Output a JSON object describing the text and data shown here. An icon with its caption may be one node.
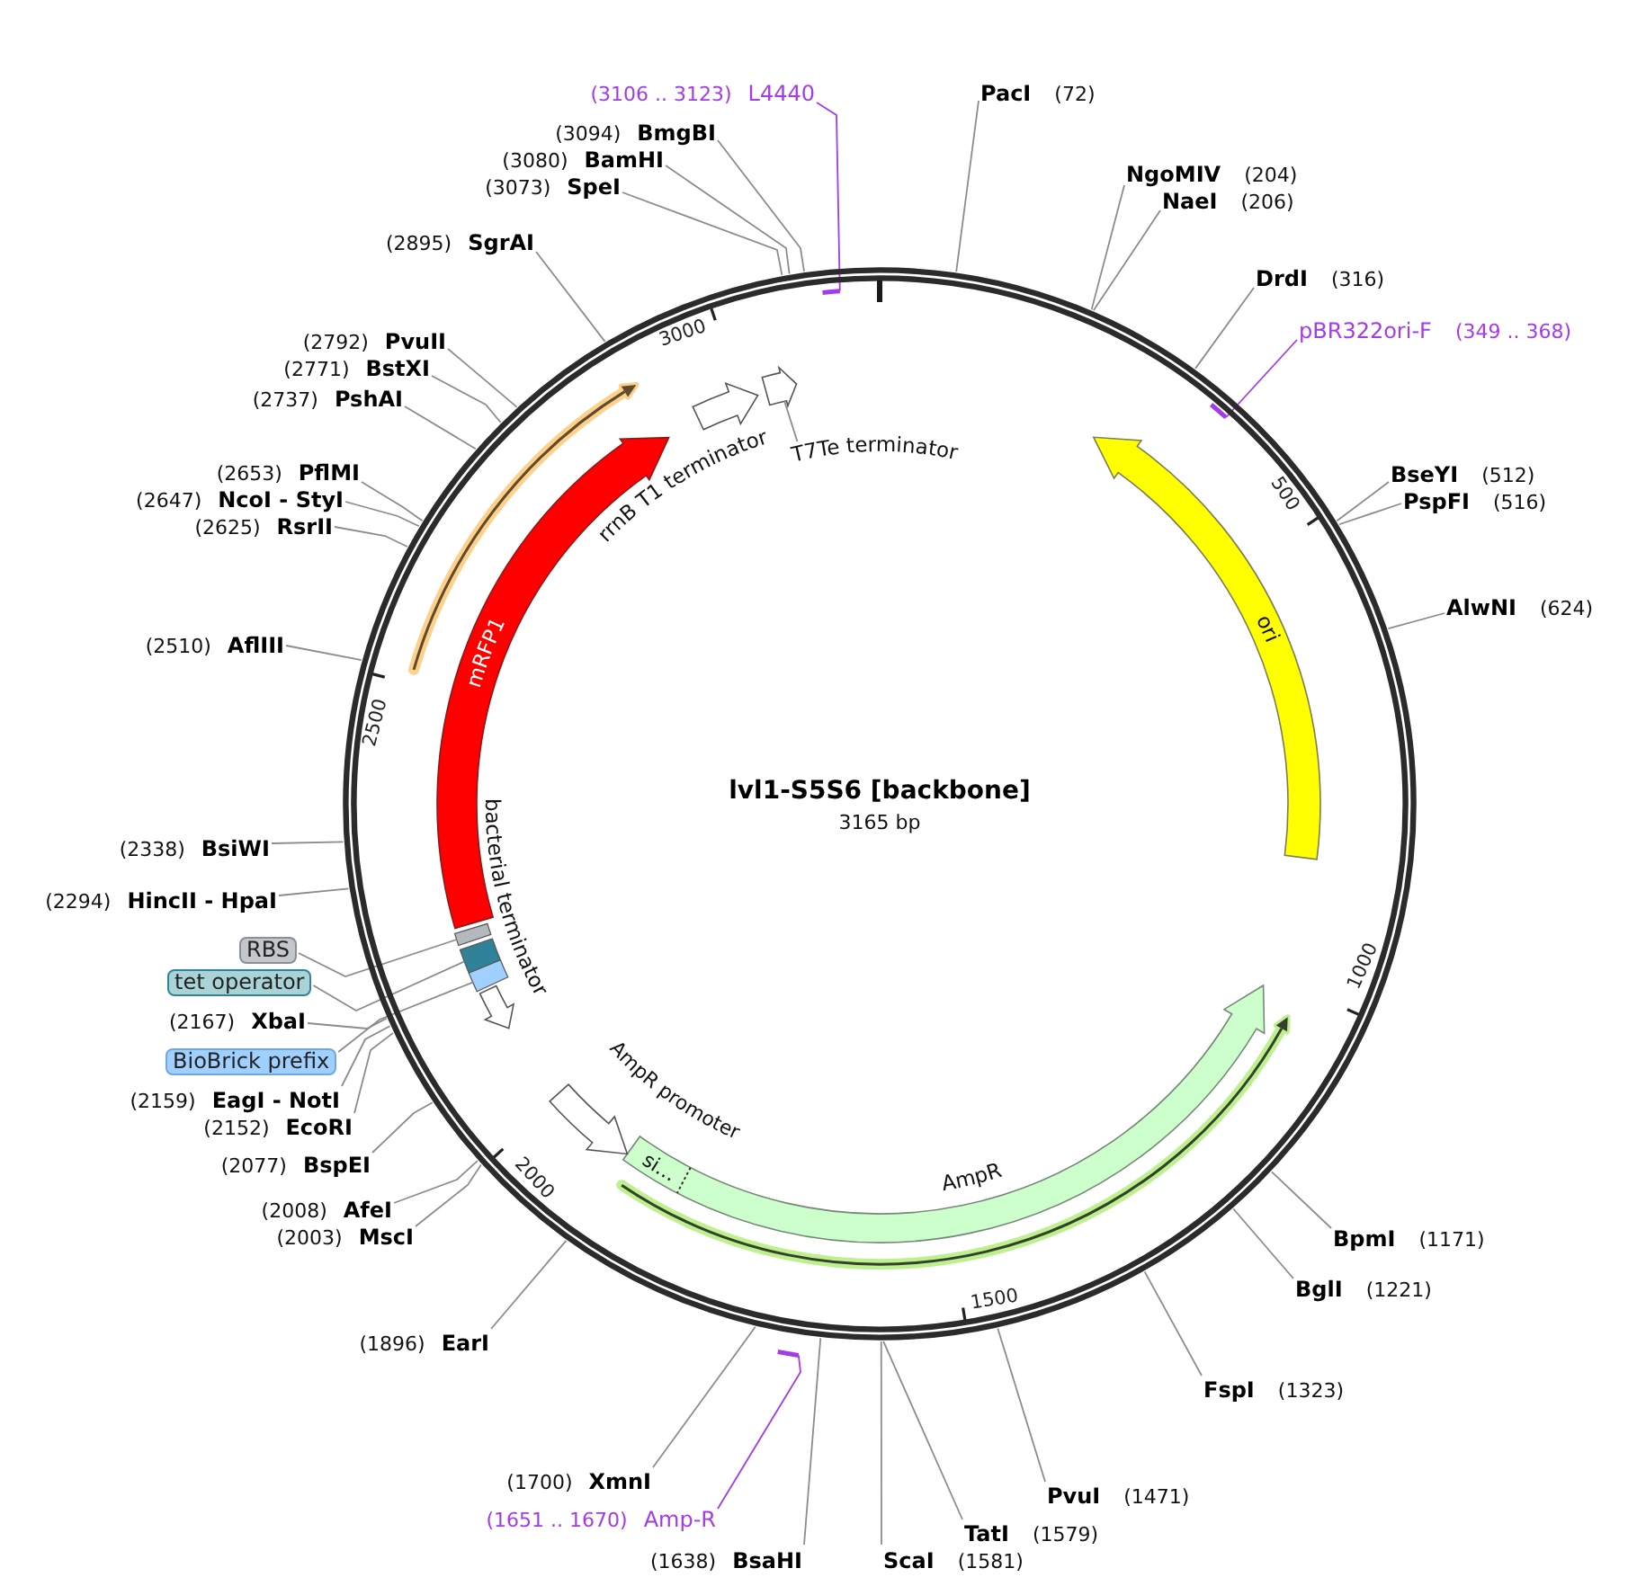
{
  "diagram": {
    "title": "lvl1-S5S6 [backbone]",
    "nodes": [
      {
        "text": [
          "PacI",
          "(72)"
        ]
      },
      {
        "text": [
          "NgoMIV",
          "(204)"
        ]
      },
      {
        "text": [
          "NaeI",
          "(206)"
        ]
      },
      {
        "text": [
          "DrdI",
          "(316)"
        ]
      },
      {
        "text": [
          "pBR322ori-F",
          "(349 .. 368)"
        ]
      },
      {
        "text": [],
        "shape": "bar"
      },
      {
        "text": [
          "BseYI",
          "(512)"
        ]
      },
      {
        "text": [
          "PspFI",
          "(516)"
        ]
      },
      {
        "text": [
          "AlwNI",
          "(624)"
        ]
      },
      {
        "text": [
          "BpmI",
          "(1171)"
        ]
      },
      {
        "text": [
          "BglI",
          "(1221)"
        ]
      },
      {
        "text": [
          "FspI",
          "(1323)"
        ]
      },
      {
        "text": [
          "PvuI",
          "(1471)"
        ]
      },
      {
        "text": [
          "TatI",
          "(1579)"
        ]
      },
      {
        "text": [
          "ScaI",
          "(1581)"
        ]
      },
      {
        "text": [
          "(1638)",
          "BsaHI"
        ]
      },
      {
        "text": [
          "(1651 .. 1670)",
          "Amp-R"
        ]
      },
      {
        "text": [],
        "shape": "bar"
      },
      {
        "text": [
          "(1700)",
          "XmnI"
        ]
      },
      {
        "text": [
          "(1896)",
          "EarI"
        ]
      },
      {
        "text": [
          "(2003)",
          "MscI"
        ]
      },
      {
        "text": [
          "(2008)",
          "AfeI"
        ]
      },
      {
        "text": [
          "(2077)",
          "BspEI"
        ]
      },
      {
        "text": [
          "(2152)",
          "EcoRI"
        ]
      },
      {
        "text": [
          "(2159)",
          "EagI - NotI"
        ]
      },
      {
        "text": [
          "BioBrick prefix"
        ]
      },
      {
        "text": [
          "(2167)",
          "XbaI"
        ]
      },
      {
        "text": [
          "tet operator"
        ]
      },
      {
        "text": [
          "RBS"
        ]
      },
      {
        "text": [
          "(2294)",
          "HincII - HpaI"
        ]
      },
      {
        "text": [
          "(2338)",
          "BsiWI"
        ]
      },
      {
        "text": [
          "(2510)",
          "AflIII"
        ]
      },
      {
        "text": [
          "(2625)",
          "RsrII"
        ]
      },
      {
        "text": [
          "(2647)",
          "NcoI - StyI"
        ]
      },
      {
        "text": [
          "(2653)",
          "PflMI"
        ]
      },
      {
        "text": [
          "(2737)",
          "PshAI"
        ]
      },
      {
        "text": [
          "(2771)",
          "BstXI"
        ]
      },
      {
        "text": [
          "(2792)",
          "PvuII"
        ]
      },
      {
        "text": [
          "(2895)",
          "SgrAI"
        ]
      },
      {
        "text": [
          "(3073)",
          "SpeI"
        ]
      },
      {
        "text": [
          "(3080)",
          "BamHI"
        ]
      },
      {
        "text": [
          "(3094)",
          "BmgBI"
        ]
      },
      {
        "text": [
          "(3106 .. 3123)",
          "L4440"
        ]
      },
      {
        "text": [],
        "shape": "bar"
      },
      {
        "text": [
          "ori"
        ]
      },
      {
        "text": [
          "AmpR"
        ]
      },
      {
        "text": [
          "si…"
        ],
        "in": 45
      },
      {
        "text": [
          "AmpR promoter"
        ]
      },
      {
        "text": [],
        "shape": "box"
      },
      {
        "text": [],
        "shape": "box"
      },
      {
        "text": [],
        "shape": "box"
      },
      {
        "text": [
          "bacterial terminator"
        ]
      },
      {
        "text": [
          "mRFP1"
        ]
      },
      {
        "text": [
          "rrnB T1 terminator"
        ]
      },
      {
        "text": [
          "T7Te terminator"
        ]
      },
      {
        "text": [],
        "shape": "arrow"
      }
    ],
    "edges": [
      {
        "from": 0,
        "to": null,
        "arrow": "none"
      },
      {
        "from": 1,
        "to": null,
        "arrow": "none"
      },
      {
        "from": 2,
        "to": null,
        "arrow": "none"
      },
      {
        "from": 3,
        "to": null,
        "arrow": "none"
      },
      {
        "from": 4,
        "to": 5,
        "arrow": "none",
        "color": "#a43be8"
      },
      {
        "from": 6,
        "to": null,
        "arrow": "none"
      },
      {
        "from": 7,
        "to": null,
        "arrow": "none"
      },
      {
        "from": 8,
        "to": null,
        "arrow": "none"
      },
      {
        "from": 9,
        "to": null,
        "arrow": "none"
      },
      {
        "from": 10,
        "to": null,
        "arrow": "none"
      },
      {
        "from": 11,
        "to": null,
        "arrow": "none"
      },
      {
        "from": 12,
        "to": null,
        "arrow": "none"
      },
      {
        "from": 13,
        "to": null,
        "arrow": "none"
      },
      {
        "from": 14,
        "to": null,
        "arrow": "none"
      },
      {
        "from": 15,
        "to": null,
        "arrow": "none"
      },
      {
        "from": 16,
        "to": 17,
        "arrow": "none",
        "color": "#a43be8"
      },
      {
        "from": 18,
        "to": null,
        "arrow": "none"
      },
      {
        "from": 19,
        "to": null,
        "arrow": "none"
      },
      {
        "from": 20,
        "to": null,
        "arrow": "none"
      },
      {
        "from": 21,
        "to": null,
        "arrow": "none"
      },
      {
        "from": 22,
        "to": null,
        "arrow": "none"
      },
      {
        "from": 23,
        "to": null,
        "arrow": "none"
      },
      {
        "from": 24,
        "to": null,
        "arrow": "none"
      },
      {
        "from": 25,
        "to": 50,
        "arrow": "none"
      },
      {
        "from": 26,
        "to": null,
        "arrow": "none"
      },
      {
        "from": 27,
        "to": 49,
        "arrow": "none"
      },
      {
        "from": 28,
        "to": 48,
        "arrow": "none"
      },
      {
        "from": 29,
        "to": null,
        "arrow": "none"
      },
      {
        "from": 30,
        "to": null,
        "arrow": "none"
      },
      {
        "from": 31,
        "to": null,
        "arrow": "none"
      },
      {
        "from": 32,
        "to": null,
        "arrow": "none"
      },
      {
        "from": 33,
        "to": null,
        "arrow": "none"
      },
      {
        "from": 34,
        "to": null,
        "arrow": "none"
      },
      {
        "from": 35,
        "to": null,
        "arrow": "none"
      },
      {
        "from": 36,
        "to": null,
        "arrow": "none"
      },
      {
        "from": 37,
        "to": null,
        "arrow": "none"
      },
      {
        "from": 38,
        "to": null,
        "arrow": "none"
      },
      {
        "from": 39,
        "to": null,
        "arrow": "none"
      },
      {
        "from": 40,
        "to": null,
        "arrow": "none"
      },
      {
        "from": 41,
        "to": null,
        "arrow": "none"
      },
      {
        "from": 42,
        "to": 43,
        "arrow": "none",
        "color": "#a43be8"
      },
      {
        "from": 54,
        "to": 55,
        "arrow": "none"
      }
    ],
    "labels": [
      "3165 bp",
      "500",
      "1000",
      "1500",
      "2000",
      "2500",
      "3000"
    ]
  }
}
